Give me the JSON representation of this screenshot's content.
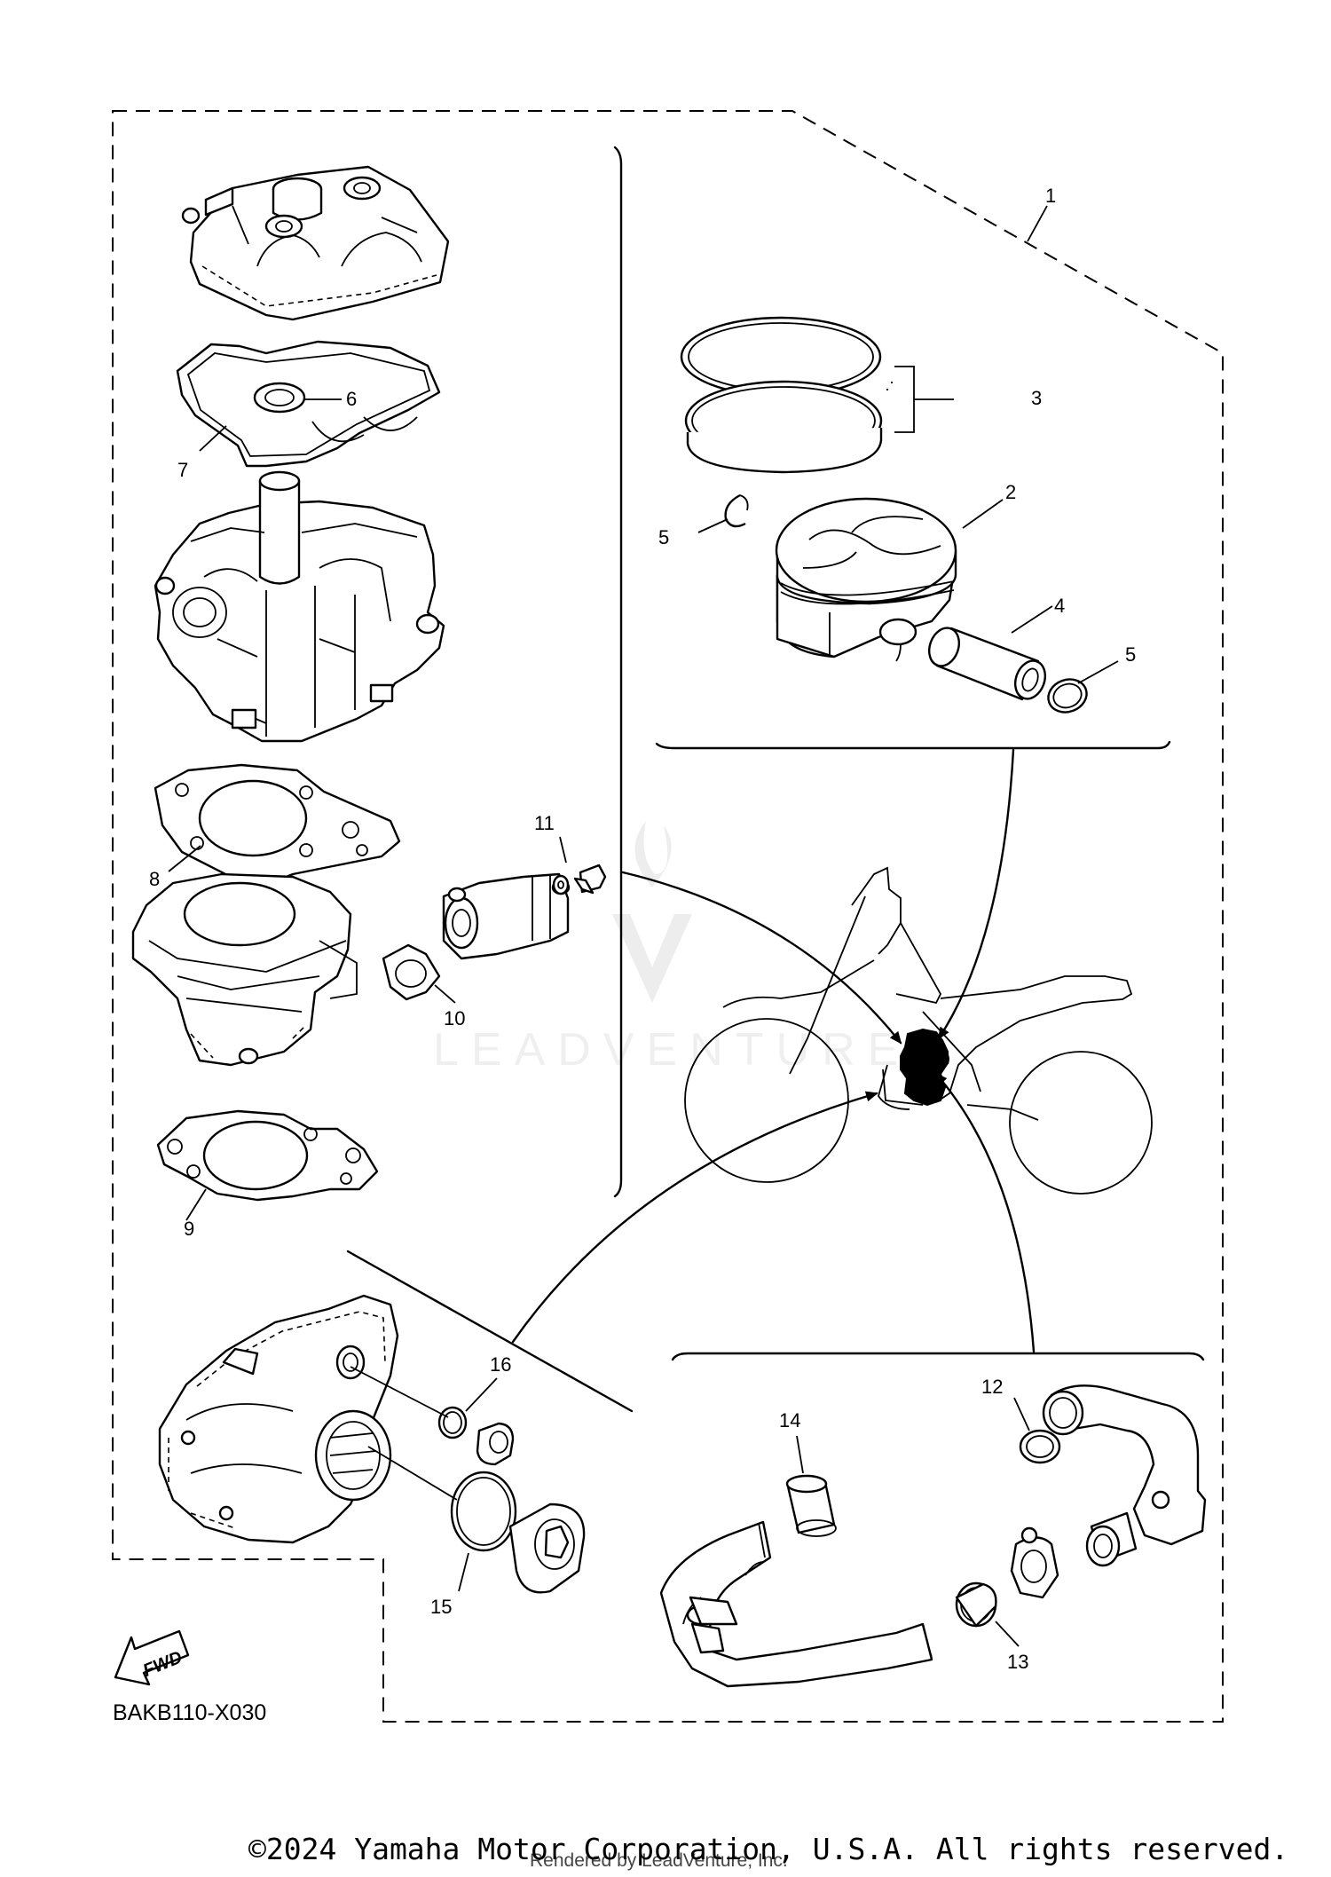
{
  "diagram": {
    "code": "BAKB110-X030",
    "fwd_label": "FWD",
    "watermark": "LEADVENTURE",
    "labels": [
      "1",
      "2",
      "3",
      "4",
      "5",
      "5",
      "6",
      "7",
      "8",
      "9",
      "10",
      "11",
      "12",
      "13",
      "14",
      "15",
      "16"
    ]
  },
  "footer": {
    "copyright": "©2024 Yamaha Motor Corporation, U.S.A. All rights reserved.",
    "rendered_by": "Rendered by LeadVenture, Inc."
  }
}
